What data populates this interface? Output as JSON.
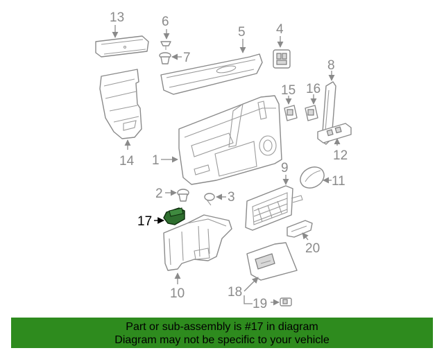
{
  "diagram": {
    "callouts": [
      "13",
      "6",
      "5",
      "4",
      "7",
      "8",
      "15",
      "16",
      "14",
      "1",
      "12",
      "9",
      "11",
      "2",
      "3",
      "17",
      "20",
      "10",
      "18",
      "19"
    ],
    "highlight_color": "#2e6e2e",
    "line_color": "#8a8a8a"
  },
  "banner": {
    "line1": "Part or sub-assembly is #17 in diagram",
    "line2": "Diagram may not be specific to your vehicle",
    "background": "#2e8b1e"
  }
}
